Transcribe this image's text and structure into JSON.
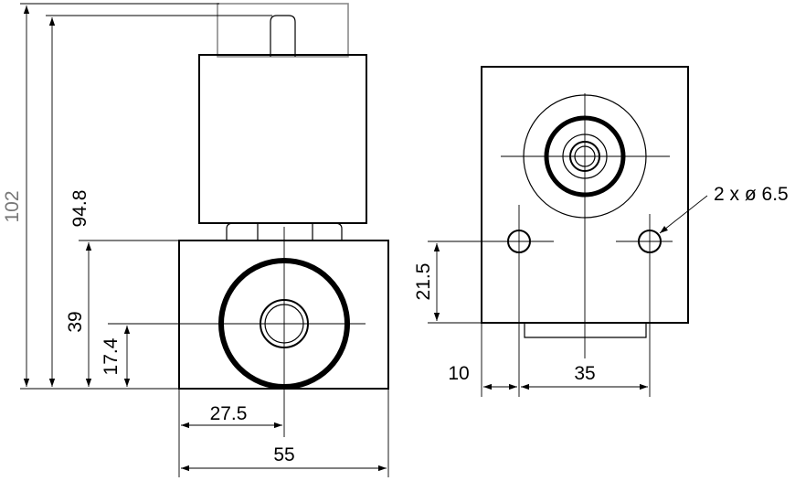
{
  "labels": {
    "overall_height": "102",
    "coil_height": "94.8",
    "body_height": "39",
    "port_height": "17.4",
    "port_offset": "27.5",
    "body_width": "55",
    "hole_height": "21.5",
    "hole_edge_offset": "10",
    "hole_spacing": "35",
    "hole_spec": "2 x ø 6.5"
  },
  "colors": {
    "line": "#000000",
    "connector_outline": "#8a8a8a",
    "overall_dimension_text": "#777777"
  }
}
